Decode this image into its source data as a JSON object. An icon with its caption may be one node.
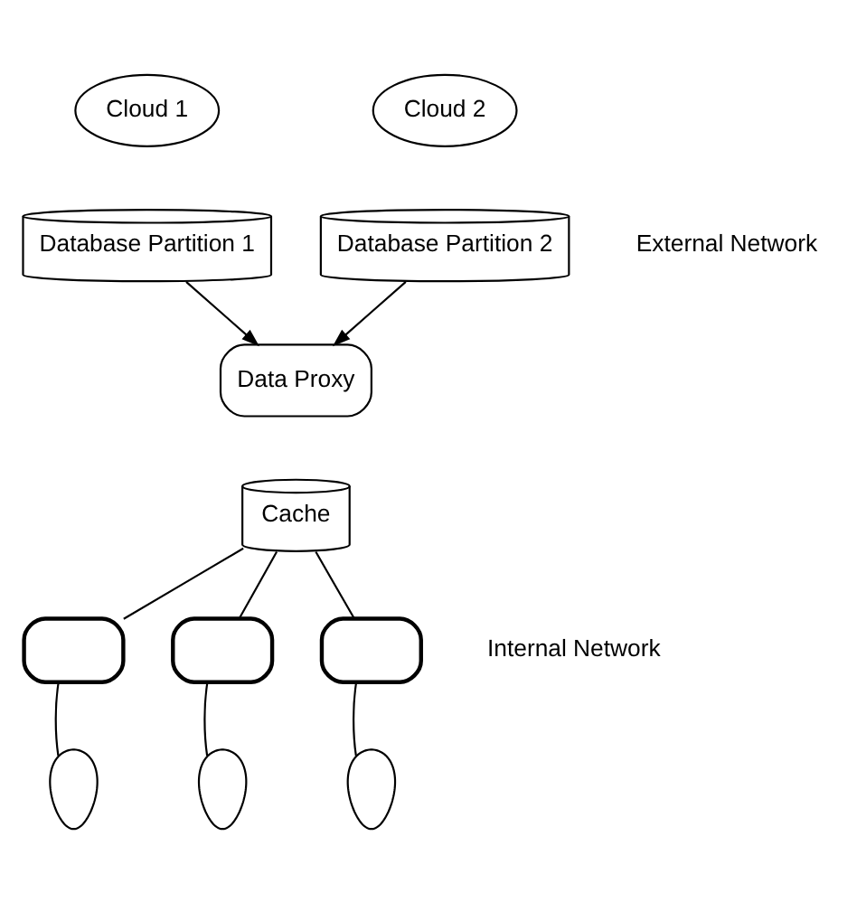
{
  "diagram": {
    "nodes": [
      {
        "text": [
          "Cloud 1"
        ]
      },
      {
        "text": [
          "Cloud 2"
        ]
      },
      {
        "text": [
          "Database Partition 1"
        ]
      },
      {
        "text": [
          "Database Partition 2"
        ]
      },
      {
        "text": [
          "Data Proxy"
        ]
      },
      {
        "text": [
          "Cache"
        ]
      },
      {
        "text": [],
        "shape": "laptop"
      },
      {
        "text": [],
        "shape": "person"
      },
      {
        "text": [],
        "shape": "laptop"
      },
      {
        "text": [],
        "shape": "person"
      },
      {
        "text": [],
        "shape": "laptop"
      },
      {
        "text": [],
        "shape": "person"
      }
    ],
    "edges": [
      {
        "from": 2,
        "to": 4,
        "arrow": "to"
      },
      {
        "from": 3,
        "to": 4,
        "arrow": "to"
      },
      {
        "from": 5,
        "to": 6,
        "arrow": "none"
      },
      {
        "from": 5,
        "to": 8,
        "arrow": "none"
      },
      {
        "from": 5,
        "to": 10,
        "arrow": "none"
      },
      {
        "from": 7,
        "to": 6,
        "arrow": "none"
      },
      {
        "from": 9,
        "to": 8,
        "arrow": "none"
      },
      {
        "from": 11,
        "to": 10,
        "arrow": "none"
      }
    ],
    "labels": [
      "External Network",
      "Internal Network"
    ]
  }
}
